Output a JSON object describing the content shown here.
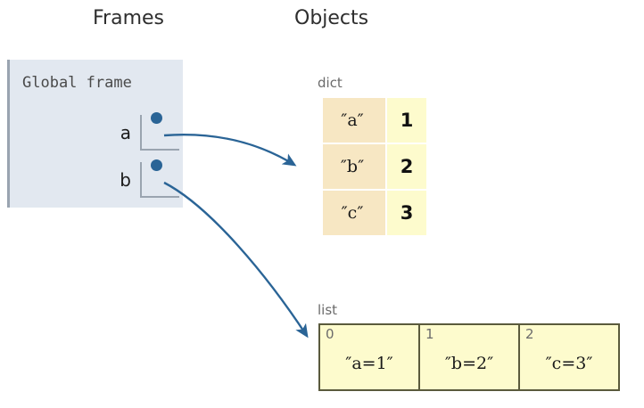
{
  "headers": {
    "frames": "Frames",
    "objects": "Objects"
  },
  "frame": {
    "title": "Global frame",
    "variables": [
      {
        "name": "a",
        "pointer_icon": "pointer-dot",
        "points_to": "dict"
      },
      {
        "name": "b",
        "pointer_icon": "pointer-dot",
        "points_to": "list"
      }
    ]
  },
  "objects": [
    {
      "id": "dict",
      "type_label": "dict",
      "kind": "dict",
      "entries": [
        {
          "key": "″a″",
          "value": "1"
        },
        {
          "key": "″b″",
          "value": "2"
        },
        {
          "key": "″c″",
          "value": "3"
        }
      ]
    },
    {
      "id": "list",
      "type_label": "list",
      "kind": "list",
      "elements": [
        {
          "index": "0",
          "value": "″a=1″"
        },
        {
          "index": "1",
          "value": "″b=2″"
        },
        {
          "index": "2",
          "value": "″c=3″"
        }
      ]
    }
  ],
  "arrows": [
    {
      "from": "a",
      "to": "dict",
      "icon": "arrow-curved"
    },
    {
      "from": "b",
      "to": "list",
      "icon": "arrow-curved"
    }
  ],
  "colors": {
    "frame_bg": "#e2e8f0",
    "frame_border": "#9aa4b0",
    "dict_key_bg": "#f7e7c3",
    "dict_value_bg": "#fdfbcd",
    "list_bg": "#fdfbcd",
    "list_border": "#5a5a3c",
    "pointer": "#2a6496",
    "arrow": "#2a6496",
    "caption": "#6b6b6b",
    "header_text": "#2e2e2e"
  }
}
